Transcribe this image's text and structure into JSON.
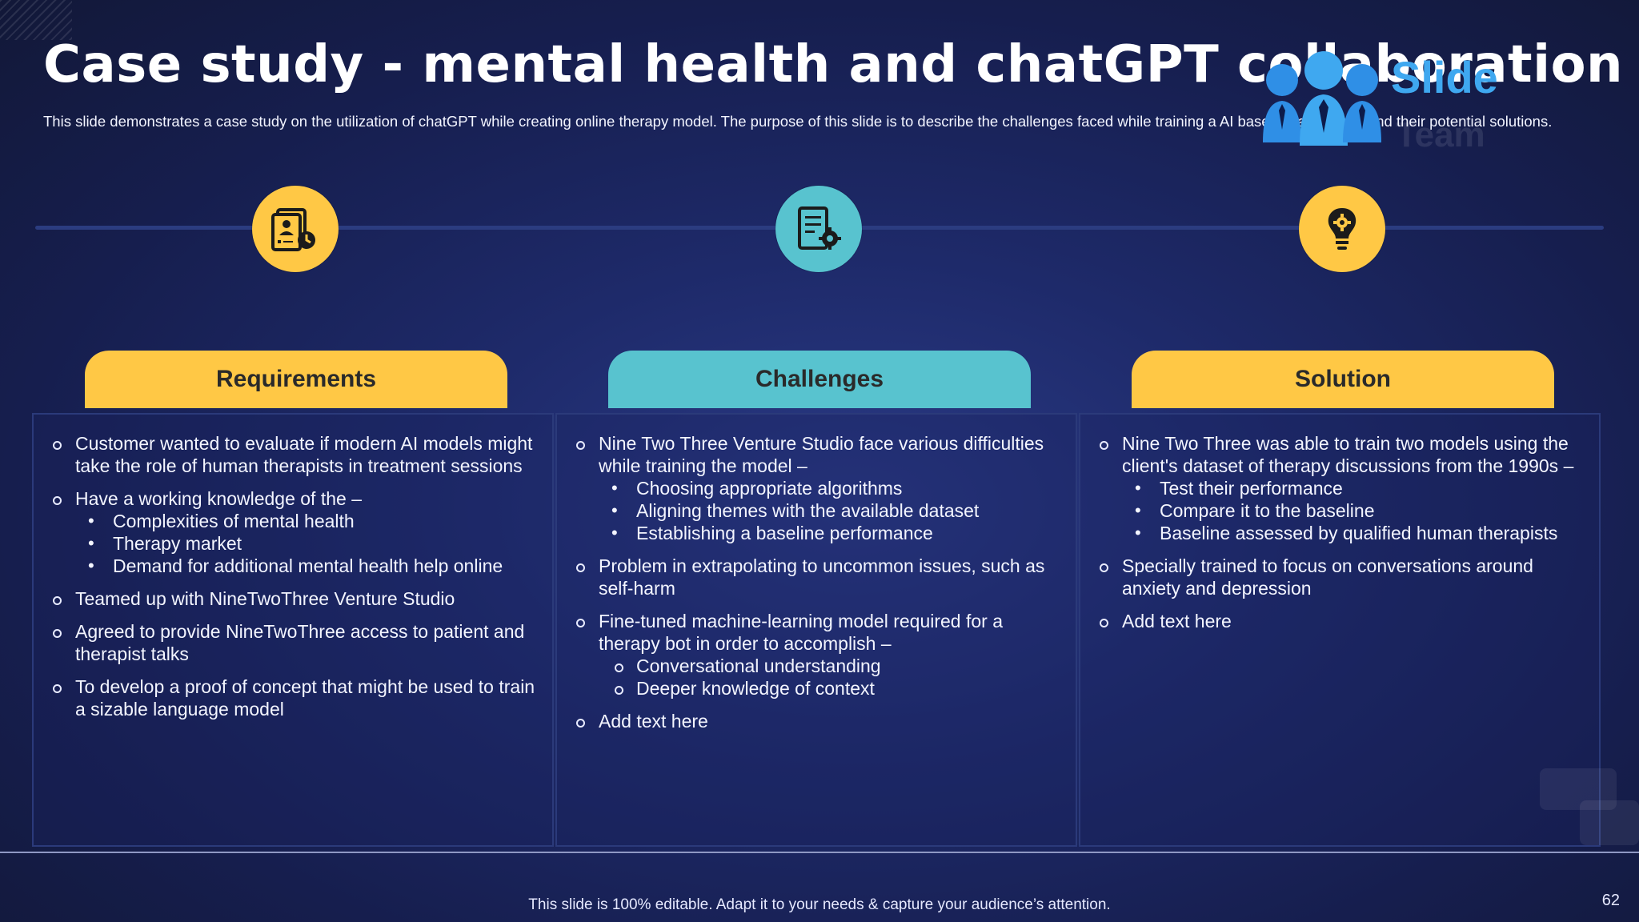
{
  "slide": {
    "title": "Case study - mental health and chatGPT collaboration",
    "subtitle": "This slide demonstrates a case study on the utilization of chatGPT while creating online therapy model. The purpose of this slide is to describe the challenges faced while training a AI based chat therapy and their potential solutions.",
    "logo_text": "Slide",
    "logo_text2": "Team",
    "footer": "This slide is 100% editable. Adapt it to your needs & capture your audience’s attention.",
    "page_number": "62"
  },
  "colors": {
    "yellow": "#ffc845",
    "teal": "#58c3cf",
    "background": "#1b2560"
  },
  "icons": [
    "person-checklist-icon",
    "document-gear-icon",
    "lightbulb-gear-icon"
  ],
  "columns": [
    {
      "header": "Requirements",
      "items": [
        {
          "text": "Customer wanted to evaluate if modern AI models might take the role of human therapists in treatment sessions",
          "sub": []
        },
        {
          "text": "Have a working knowledge of the –",
          "sub": [
            "Complexities of mental health",
            "Therapy market",
            "Demand for additional mental health help online"
          ]
        },
        {
          "text": "Teamed up with NineTwoThree Venture Studio",
          "sub": []
        },
        {
          "text": "Agreed to provide NineTwoThree access to patient and therapist talks",
          "sub": []
        },
        {
          "text": "To develop a proof of concept that might be used to train a sizable language model",
          "sub": []
        }
      ]
    },
    {
      "header": "Challenges",
      "items": [
        {
          "text": "Nine Two Three Venture Studio face various difficulties while training the model –",
          "sub": [
            "Choosing appropriate algorithms",
            "Aligning themes with the available dataset",
            "Establishing a baseline performance"
          ]
        },
        {
          "text": "Problem in extrapolating to uncommon issues, such as self-harm",
          "sub": []
        },
        {
          "text": "Fine-tuned machine-learning model required for a therapy bot in order to accomplish –",
          "sub": [
            "Conversational understanding",
            "Deeper knowledge of context"
          ]
        },
        {
          "text": "Add text here",
          "sub": []
        }
      ]
    },
    {
      "header": "Solution",
      "items": [
        {
          "text": "Nine Two Three was able to train two models using the client's dataset of therapy discussions from the 1990s –",
          "sub": [
            "Test their performance",
            "Compare it to the baseline",
            "Baseline assessed by qualified human therapists"
          ]
        },
        {
          "text": "Specially trained to focus on conversations around anxiety and depression",
          "sub": []
        },
        {
          "text": "Add text here",
          "sub": []
        }
      ]
    }
  ]
}
